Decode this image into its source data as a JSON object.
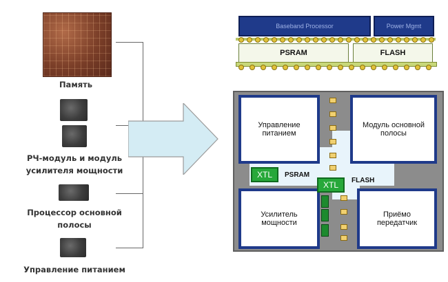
{
  "left": {
    "memory_caption": "Память",
    "rf_caption_line1": "РЧ-модуль и модуль",
    "rf_caption_line2": "усилителя мощности",
    "baseband_caption_line1": "Процессор основной",
    "baseband_caption_line2": "полосы",
    "power_caption": "Управление питанием"
  },
  "top_package": {
    "baseband_label": "Baseband Processor",
    "power_label": "Power Mgmt",
    "psram_label": "PSRAM",
    "flash_label": "FLASH"
  },
  "module": {
    "power_mgmt_line1": "Управление",
    "power_mgmt_line2": "питанием",
    "baseband_line1": "Модуль основной",
    "baseband_line2": "полосы",
    "amplifier_line1": "Усилитель",
    "amplifier_line2": "мощности",
    "transceiver_line1": "Приёмо",
    "transceiver_line2": "передатчик",
    "xtl_left": "XTL",
    "xtl_center": "XTL",
    "psram_label": "PSRAM",
    "flash_label": "FLASH"
  },
  "colors": {
    "block_border": "#1f3a8a",
    "xtl_fill": "#27a83a",
    "arrow_fill": "#d4ecf4"
  }
}
